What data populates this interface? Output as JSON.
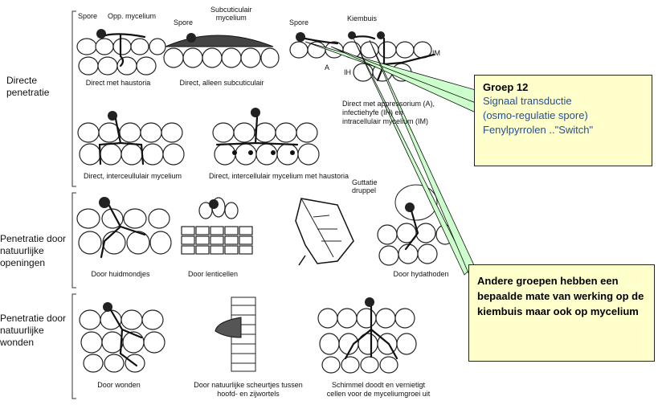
{
  "sections": {
    "s1": "Directe\npenetratie",
    "s2": "Penetratie door\nnatuurlijke\nopeningen",
    "s3": "Penetratie door\nnatuurlijke\nwonden"
  },
  "labels": {
    "spore1": "Spore",
    "opp_mycelium": "Opp. mycelium",
    "subcut": "Subcuticulair\nmycelium",
    "spore2": "Spore",
    "spore3": "Spore",
    "kiembuis": "Kiembuis",
    "im": "IM",
    "a": "A",
    "ih": "IH",
    "guttatie": "Guttatie\ndruppel"
  },
  "captions": {
    "c1": "Direct met haustoria",
    "c2": "Direct, alleen subcuticulair",
    "c3": "Direct met appressorium (A),\ninfectiehyfe (IH) en\nintracellulair mycelium (IM)",
    "c4": "Direct, interceullulair mycelium",
    "c5": "Direct, intercellulair mycelium met haustoria",
    "c6": "Door huidmondjes",
    "c7": "Door lenticellen",
    "c8": "Door hydathoden",
    "c9": "Door wonden",
    "c10": "Door natuurlijke scheurtjes tussen\nhoofd- en zijwortels",
    "c11": "Schimmel doodt en vernietigt\ncellen voor de myceliumgroei uit"
  },
  "callout1": {
    "title": "Groep 12",
    "lines": [
      "Signaal transductie",
      "(osmo-regulatie spore)",
      "Fenylpyrrolen  ..\"Switch\""
    ]
  },
  "callout2": {
    "text": "Andere groepen hebben een bepaalde mate van werking op de kiembuis maar ook op mycelium"
  },
  "colors": {
    "callout_fill": "#ffffcc",
    "callout_text_blue": "#1f4e9e",
    "pointer_fill": "#ccffcc"
  }
}
